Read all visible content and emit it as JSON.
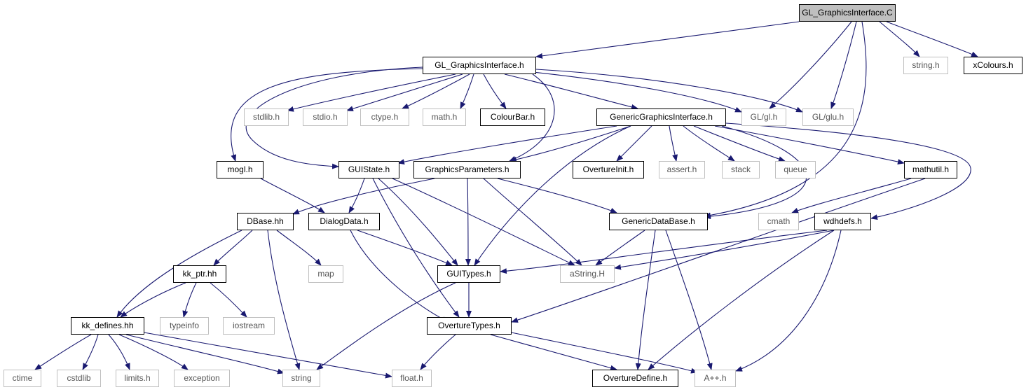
{
  "nodes": {
    "root": "GL_GraphicsInterface.C",
    "gl_graphicsinterface_h": "GL_GraphicsInterface.h",
    "string_h": "string.h",
    "xcolours_h": "xColours.h",
    "stdlib_h": "stdlib.h",
    "stdio_h": "stdio.h",
    "ctype_h": "ctype.h",
    "math_h": "math.h",
    "colourbar_h": "ColourBar.h",
    "gl_gl_h": "GL/gl.h",
    "gl_glu_h": "GL/glu.h",
    "genericgraphicsinterface_h": "GenericGraphicsInterface.h",
    "mogl_h": "mogl.h",
    "guistate_h": "GUIState.h",
    "graphicsparameters_h": "GraphicsParameters.h",
    "overtureinit_h": "OvertureInit.h",
    "assert_h": "assert.h",
    "stack": "stack",
    "queue": "queue",
    "mathutil_h": "mathutil.h",
    "dbase_hh": "DBase.hh",
    "dialogdata_h": "DialogData.h",
    "genericdatabase_h": "GenericDataBase.h",
    "cmath": "cmath",
    "wdhdefs_h": "wdhdefs.h",
    "map": "map",
    "kk_ptr_hh": "kk_ptr.hh",
    "guitypes_h": "GUITypes.h",
    "astring_h": "aString.H",
    "typeinfo": "typeinfo",
    "iostream": "iostream",
    "kk_defines_hh": "kk_defines.hh",
    "overturetypes_h": "OvertureTypes.h",
    "ctime": "ctime",
    "cstdlib": "cstdlib",
    "limits_h": "limits.h",
    "exception": "exception",
    "string": "string",
    "float_h": "float.h",
    "overturedefine_h": "OvertureDefine.h",
    "app_h": "A++.h"
  },
  "colors": {
    "edge": "#191970",
    "local_border": "#000000",
    "system_border": "#bfbfbf",
    "root_fill": "#bfbfbf"
  }
}
